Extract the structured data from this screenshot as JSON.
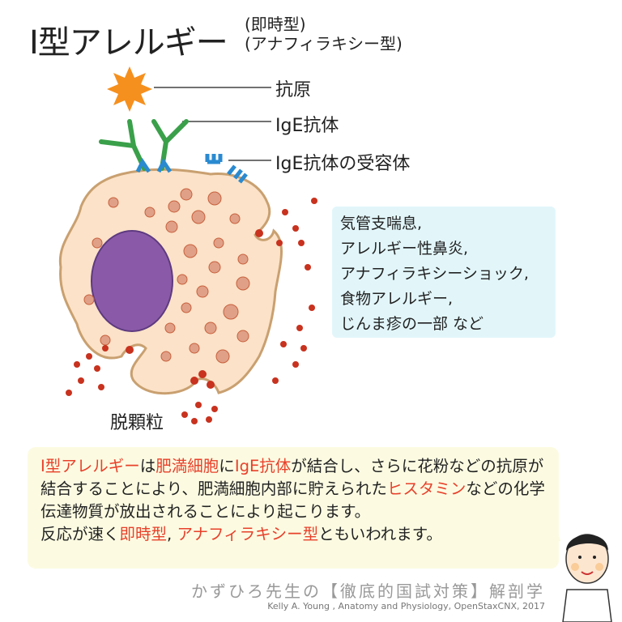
{
  "title": "I型アレルギー",
  "subtitle": [
    "(即時型)",
    "(アナフィラキシー型)"
  ],
  "labels": {
    "antigen": "抗原",
    "ige_antibody": "IgE抗体",
    "ige_receptor": "IgE抗体の受容体",
    "degranulation": "脱顆粒"
  },
  "examples": [
    "気管支喘息,",
    "アレルギー性鼻炎,",
    "アナフィラキシーショック,",
    "食物アレルギー,",
    "じんま疹の一部 など"
  ],
  "description": {
    "p1": "I型アレルギー",
    "p2": "は",
    "p3": "肥満細胞",
    "p4": "に",
    "p5": "IgE抗体",
    "p6": "が結合し、さらに花粉などの抗原が結合することにより、肥満細胞内部に貯えられた",
    "p7": "ヒスタミン",
    "p8": "などの化学伝達物質が放出されることにより起こります。",
    "p9": "反応が速く",
    "p10": "即時型",
    "p11": ", ",
    "p12": "アナフィラキシー型",
    "p13": "ともいわれます。"
  },
  "footer": {
    "brand": "かずひろ先生の【徹底的国試対策】解剖学",
    "credit": "Kelly A. Young , Anatomy and Physiology, OpenStaxCNX, 2017"
  },
  "colors": {
    "highlight": "#e8402a",
    "cell": "#fbe2c8",
    "nucleus": "#8a5aa8",
    "granule": "#c8321e",
    "antibody": "#3aa04a",
    "receptor": "#2a8ad0",
    "antigen": "#f5901e"
  }
}
